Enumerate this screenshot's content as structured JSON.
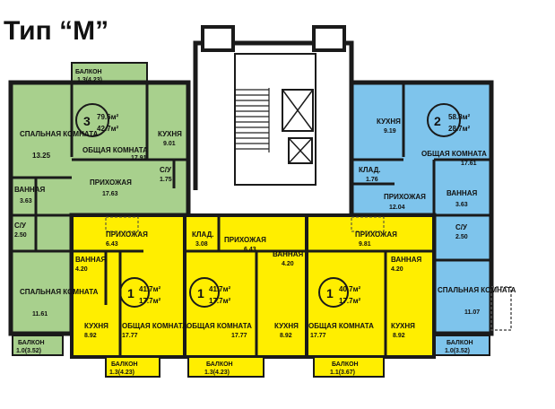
{
  "title": "Тип “М”",
  "colors": {
    "green": "#a8d08d",
    "blue": "#7ec4ec",
    "yellow": "#ffee00",
    "wall": "#1a1a1a",
    "common": "#ffffff"
  },
  "apartments": {
    "green": {
      "rooms": "3",
      "total": "79.6м²",
      "living": "42.7м²",
      "labels": {
        "bedroom_top": "СПАЛЬНАЯ КОМНАТА",
        "bedroom_top_area": "13.25",
        "common_room": "ОБЩАЯ КОМНАТА",
        "common_room_area": "17.91",
        "kitchen": "КУХНЯ",
        "kitchen_area": "9.01",
        "wc": "С/У",
        "wc_area": "1.75",
        "hall": "ПРИХОЖАЯ",
        "hall_area": "17.63",
        "bath": "ВАННАЯ",
        "bath_area": "3.63",
        "wc2": "С/У",
        "wc2_area": "2.50",
        "bedroom_bottom": "СПАЛЬНАЯ КОМНАТА",
        "bedroom_bottom_area": "11.61",
        "balcony_top": "БАЛКОН",
        "balcony_top_area": "1.3(4.23)",
        "balcony_bottom": "БАЛКОН",
        "balcony_bottom_area": "1.0(3.52)"
      }
    },
    "blue": {
      "rooms": "2",
      "total": "58.8м²",
      "living": "28.7м²",
      "labels": {
        "kitchen": "КУХНЯ",
        "kitchen_area": "9.19",
        "common_room": "ОБЩАЯ КОМНАТА",
        "common_room_area": "17.61",
        "storage": "КЛАД.",
        "storage_area": "1.76",
        "hall": "ПРИХОЖАЯ",
        "hall_area": "12.04",
        "bath": "ВАННАЯ",
        "bath_area": "3.63",
        "wc": "С/У",
        "wc_area": "2.50",
        "bedroom": "СПАЛЬНАЯ КОМНАТА",
        "bedroom_area": "11.07",
        "balcony": "БАЛКОН",
        "balcony_area": "1.0(3.52)"
      }
    },
    "yellow1": {
      "rooms": "1",
      "total": "41.7м²",
      "living": "17.7м²",
      "labels": {
        "hall": "ПРИХОЖАЯ",
        "hall_area": "6.43",
        "bath": "ВАННАЯ",
        "bath_area": "4.20",
        "kitchen": "КУХНЯ",
        "kitchen_area": "8.92",
        "common_room": "ОБЩАЯ КОМНАТА",
        "common_room_area": "17.77",
        "balcony": "БАЛКОН",
        "balcony_area": "1.3(4.23)"
      }
    },
    "yellow2": {
      "rooms": "1",
      "total": "41.7м²",
      "living": "17.7м²",
      "labels": {
        "storage": "КЛАД.",
        "storage_area": "3.08",
        "hall": "ПРИХОЖАЯ",
        "hall_area": "6.43",
        "bath": "ВАННАЯ",
        "bath_area": "4.20",
        "kitchen": "КУХНЯ",
        "kitchen_area": "8.92",
        "common_room": "ОБЩАЯ КОМНАТА",
        "common_room_area": "17.77",
        "balcony": "БАЛКОН",
        "balcony_area": "1.3(4.23)"
      }
    },
    "yellow3": {
      "rooms": "1",
      "total": "40.7м²",
      "living": "17.7м²",
      "labels": {
        "hall": "ПРИХОЖАЯ",
        "hall_area": "9.81",
        "bath": "ВАННАЯ",
        "bath_area": "4.20",
        "kitchen": "КУХНЯ",
        "kitchen_area": "8.92",
        "common_room": "ОБЩАЯ КОМНАТА",
        "common_room_area": "17.77",
        "balcony": "БАЛКОН",
        "balcony_area": "1.1(3.67)"
      }
    }
  },
  "badge_roman": "I"
}
